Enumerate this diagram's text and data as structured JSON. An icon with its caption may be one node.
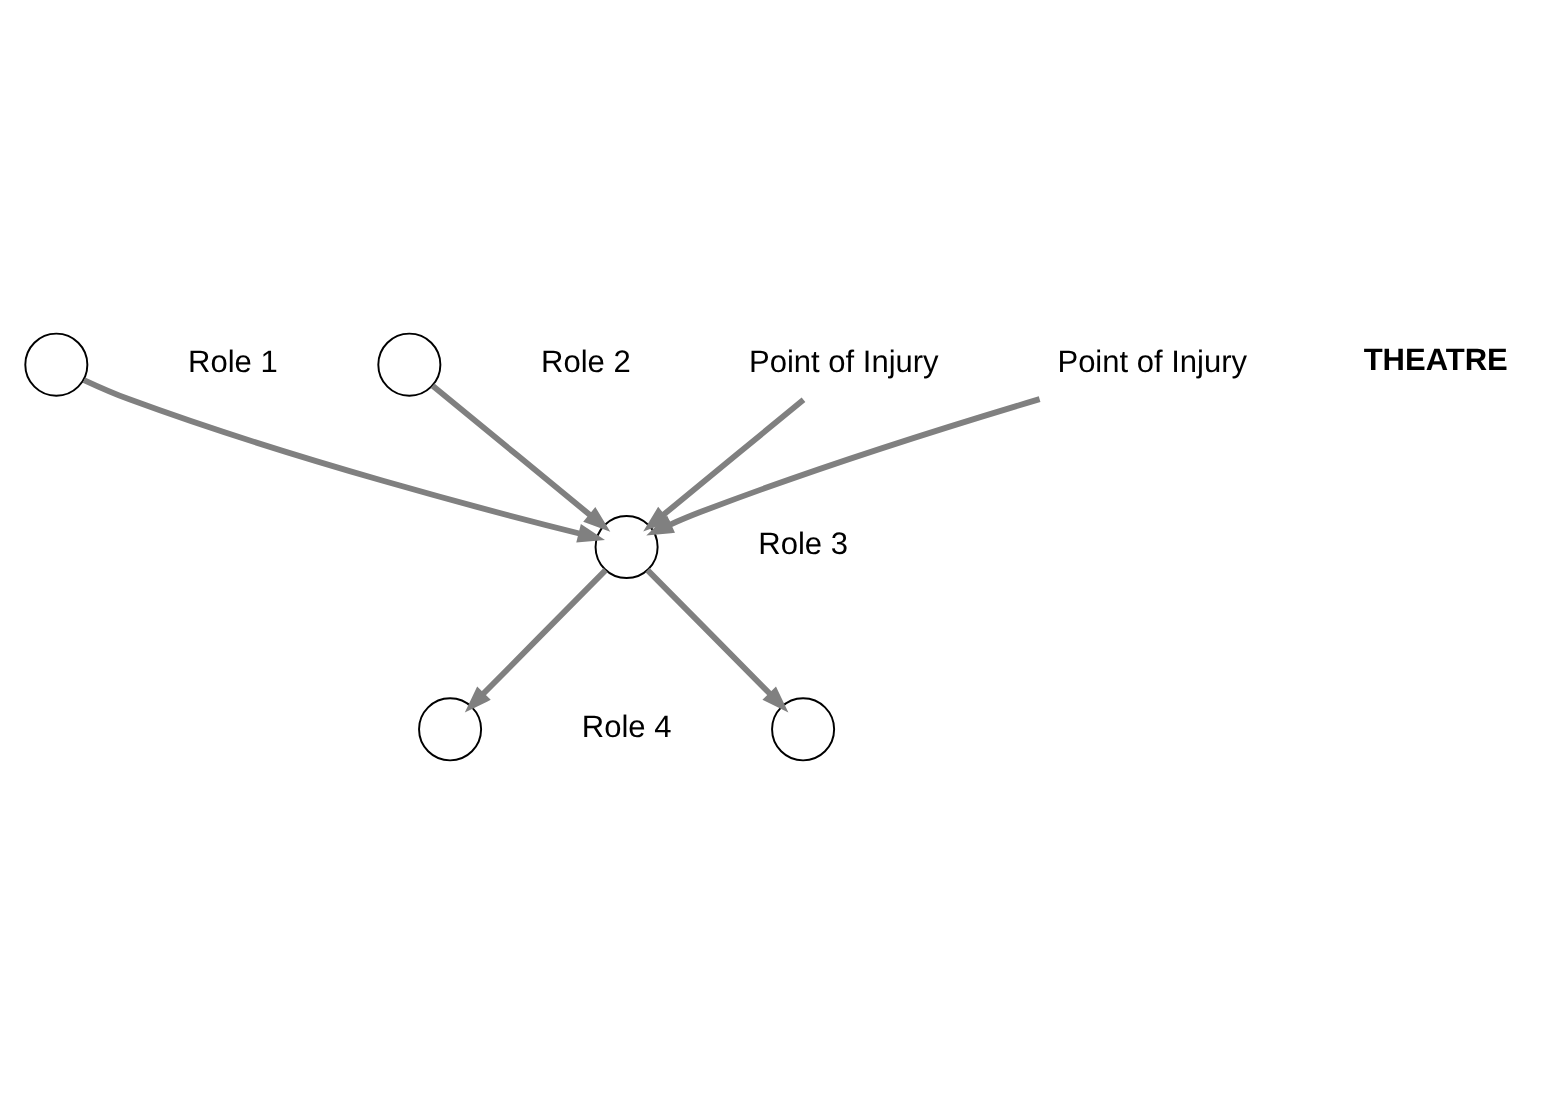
{
  "diagram": {
    "nodes": [
      {
        "text": [],
        "shape": "circle",
        "beside": [
          "Role 1"
        ]
      },
      {
        "text": [],
        "shape": "circle",
        "beside": [
          "Role 2"
        ]
      },
      {
        "text": [
          "Point of Injury"
        ]
      },
      {
        "text": [
          "Point of Injury"
        ]
      },
      {
        "text": [],
        "shape": "circle",
        "beside": [
          "Role 3"
        ]
      },
      {
        "text": [],
        "shape": "circle",
        "beside": [
          "Role 4"
        ]
      },
      {
        "text": [],
        "shape": "circle"
      }
    ],
    "edges": [
      {
        "from": 0,
        "to": 4,
        "arrow": "to"
      },
      {
        "from": 1,
        "to": 4,
        "arrow": "to"
      },
      {
        "from": 2,
        "to": 4,
        "arrow": "to"
      },
      {
        "from": 3,
        "to": 4,
        "arrow": "to"
      },
      {
        "from": 4,
        "to": 5,
        "arrow": "to"
      },
      {
        "from": 4,
        "to": 6,
        "arrow": "to"
      }
    ],
    "labels": [
      "THEATRE"
    ]
  }
}
